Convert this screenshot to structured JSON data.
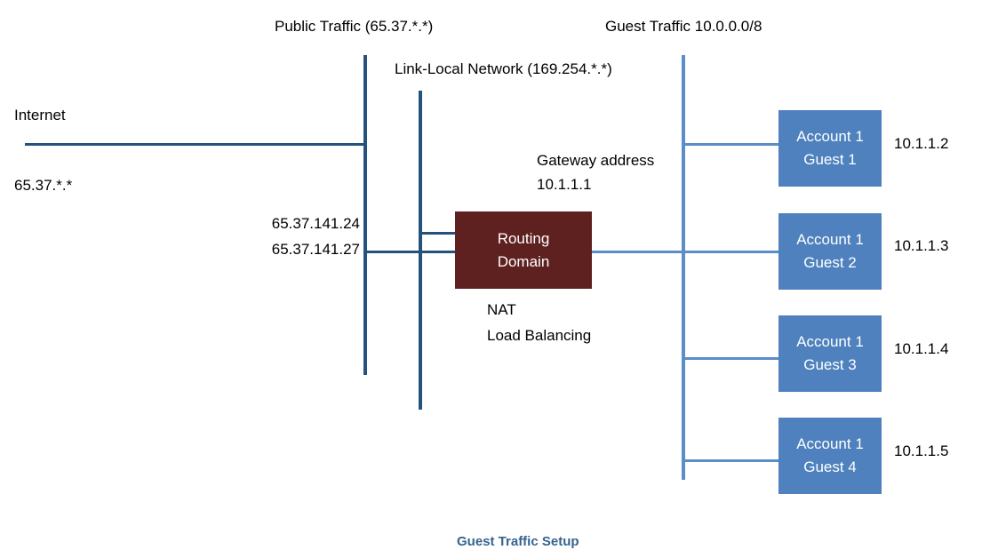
{
  "diagram": {
    "caption": "Guest Traffic Setup",
    "colors": {
      "navy_line": "#23527C",
      "steel_line": "#5B8DC8",
      "routing_box": "#5F2120",
      "guest_box": "#4E81BD",
      "caption_text": "#36638F"
    },
    "top_labels": {
      "public_traffic": "Public Traffic (65.37.*.*)",
      "guest_traffic": "Guest Traffic 10.0.0.0/8",
      "link_local": "Link-Local Network (169.254.*.*)"
    },
    "left_labels": {
      "internet": "Internet",
      "internet_subnet": "65.37.*.*",
      "public_ip_1": "65.37.141.24",
      "public_ip_2": "65.37.141.27"
    },
    "gateway": {
      "title": "Gateway address",
      "address": "10.1.1.1"
    },
    "routing_domain": {
      "line1": "Routing",
      "line2": "Domain",
      "feature_1": "NAT",
      "feature_2": "Load Balancing"
    },
    "guests": [
      {
        "line1": "Account 1",
        "line2": "Guest 1",
        "ip": "10.1.1.2"
      },
      {
        "line1": "Account 1",
        "line2": "Guest 2",
        "ip": "10.1.1.3"
      },
      {
        "line1": "Account 1",
        "line2": "Guest 3",
        "ip": "10.1.1.4"
      },
      {
        "line1": "Account 1",
        "line2": "Guest 4",
        "ip": "10.1.1.5"
      }
    ]
  }
}
